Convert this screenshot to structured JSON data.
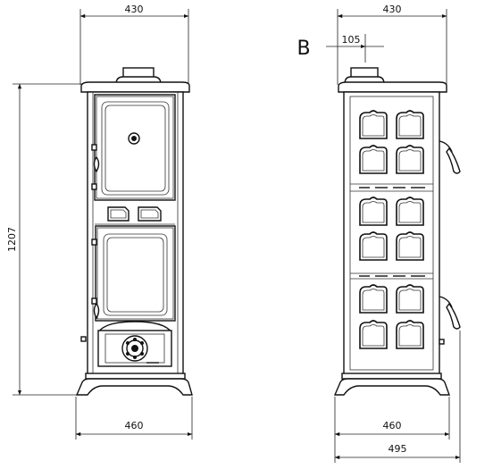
{
  "front_view": {
    "top_width": "430",
    "height": "1207",
    "base_width": "460"
  },
  "side_view": {
    "top_width": "430",
    "flue_marker": "B",
    "flue_offset": "105",
    "base_width": "460",
    "total_depth": "495"
  }
}
